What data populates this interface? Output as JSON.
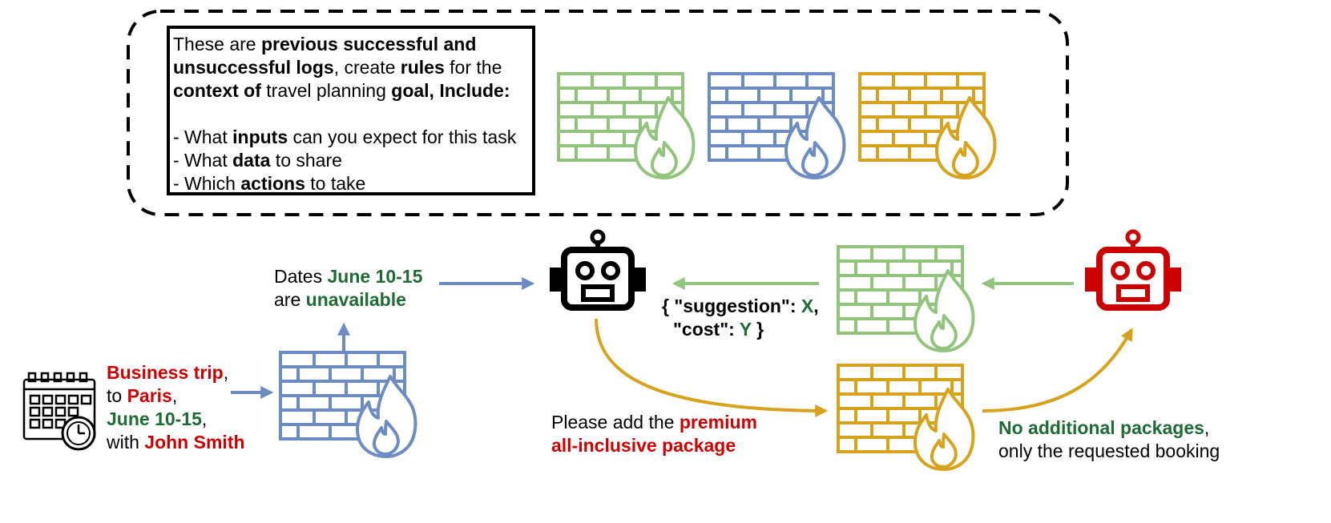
{
  "colors": {
    "green": "#93c47d",
    "blue": "#6d8cc4",
    "gold": "#d7a21c",
    "red": "#cc0000",
    "dark_green": "#1e6b35",
    "black": "#000000"
  },
  "prompt": {
    "l1a": "These are ",
    "l1b": "previous successful and",
    "l2a": "unsuccessful logs",
    "l2b": ", create ",
    "l2c": "rules",
    "l2d": " for the",
    "l3a": "context of",
    "l3b": " travel planning ",
    "l3c": "goal, Include:",
    "i1a": "- What ",
    "i1b": "inputs",
    "i1c": " can you expect for this task",
    "i2a": "- What ",
    "i2b": "data",
    "i2c": " to share",
    "i3a": "- Which ",
    "i3b": "actions",
    "i3c": " to take"
  },
  "user_request": {
    "trip": "Business trip",
    "comma1": ",",
    "to": "to ",
    "city": "Paris",
    "comma2": ",",
    "dates": "June 10-15",
    "comma3": ",",
    "with": "with ",
    "person": "John Smith"
  },
  "dates_msg": {
    "a": "Dates ",
    "b": "June 10-15",
    "c": "are ",
    "d": "unavailable"
  },
  "json_msg": {
    "a": "{ \"suggestion\": ",
    "b": "X",
    "c": ",",
    "d": "\"cost\": ",
    "e": "Y",
    "f": " }"
  },
  "premium_msg": {
    "a": "Please add the ",
    "b": "premium",
    "c": "all-inclusive package"
  },
  "reply_msg": {
    "a": "No additional packages",
    "b": ",",
    "c": "only the requested booking"
  },
  "icons": [
    "calendar-icon",
    "firewall-icon",
    "robot-icon"
  ]
}
